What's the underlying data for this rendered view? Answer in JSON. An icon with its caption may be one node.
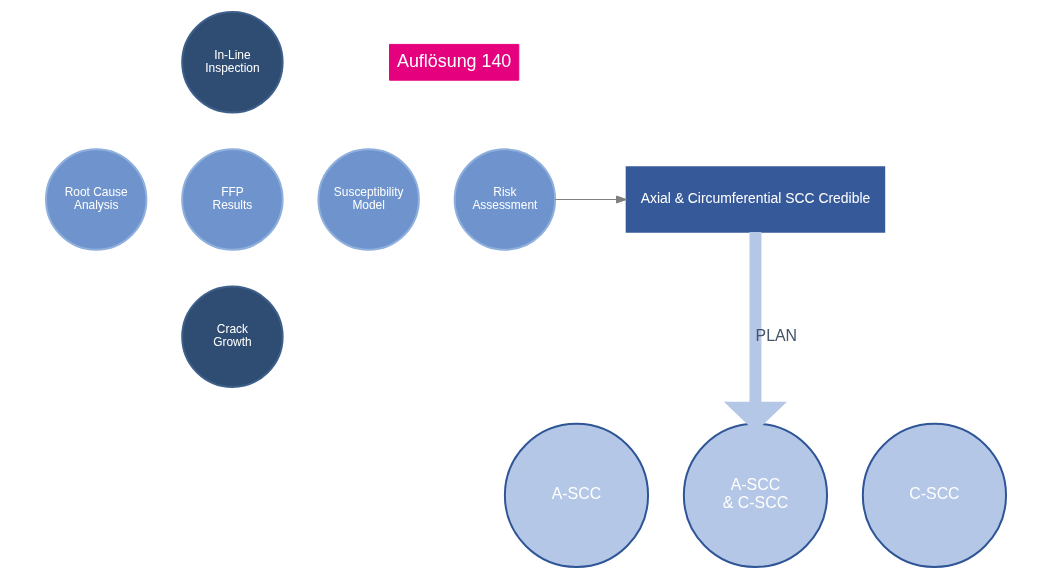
{
  "diagram": {
    "nodes": [
      {
        "text": [
          "In-Line Inspection"
        ]
      },
      {
        "text": [
          "Root Cause Analysis"
        ]
      },
      {
        "text": [
          "FFP Results"
        ]
      },
      {
        "text": [
          "Susceptibility Model"
        ]
      },
      {
        "text": [
          "Risk Assessment"
        ]
      },
      {
        "text": [
          "Crack Growth"
        ]
      },
      {
        "text": [
          "Axial & Circumferential SCC Credible"
        ]
      },
      {
        "text": [
          "A-SCC"
        ]
      },
      {
        "text": [
          "A-SCC & C-SCC"
        ]
      },
      {
        "text": [
          "C-SCC"
        ]
      }
    ],
    "edges": [
      {
        "from": 4,
        "to": 6,
        "arrow": "to"
      },
      {
        "from": 6,
        "to": 8,
        "arrow": "to",
        "label": "PLAN",
        "style": "thick",
        "color": "#b4c7e7"
      }
    ],
    "labels": [
      "Auflösung 140"
    ]
  }
}
